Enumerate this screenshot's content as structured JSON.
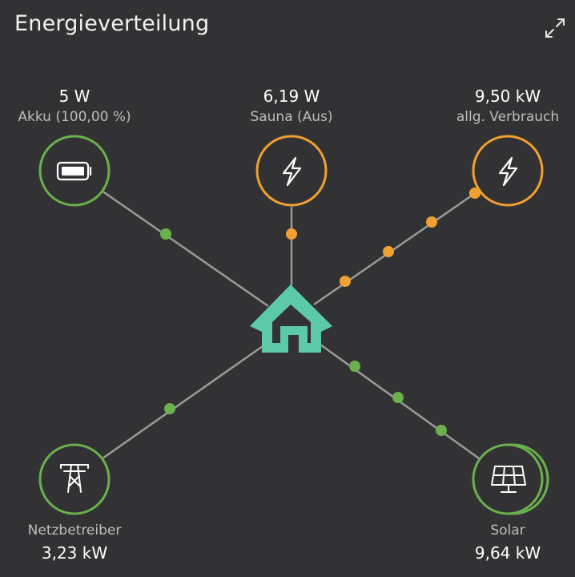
{
  "card": {
    "title": "Energieverteilung"
  },
  "colors": {
    "background": "#323235",
    "green": "#6ab04c",
    "orange": "#f0a030",
    "house": "#5cc9a7",
    "line": "#9a9a9a"
  },
  "nodes": {
    "battery": {
      "value": "5 W",
      "label": "Akku (100,00 %)",
      "icon": "battery-icon"
    },
    "sauna": {
      "value": "6,19 W",
      "label": "Sauna (Aus)",
      "icon": "lightning-icon"
    },
    "consumption": {
      "value": "9,50 kW",
      "label": "allg. Verbrauch",
      "icon": "lightning-icon"
    },
    "grid": {
      "value": "3,23 kW",
      "label": "Netzbetreiber",
      "icon": "power-pole-icon"
    },
    "solar": {
      "value": "9,64 kW",
      "label": "Solar",
      "icon": "solar-panel-icon"
    },
    "home": {
      "icon": "house-icon"
    }
  }
}
